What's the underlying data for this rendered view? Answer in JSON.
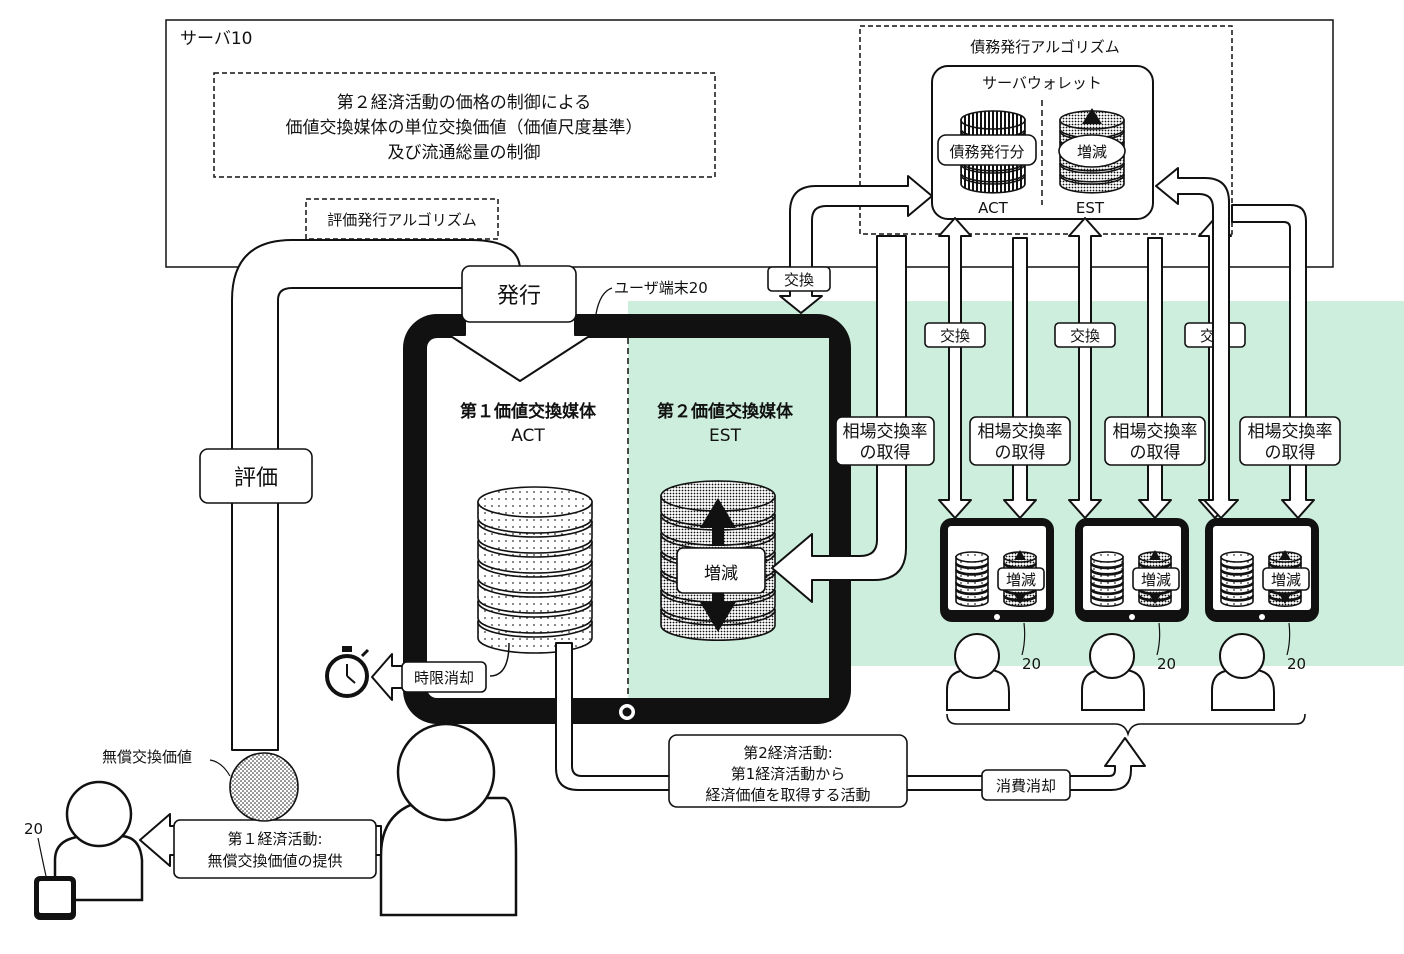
{
  "server": {
    "label": "サーバ10"
  },
  "control_box": {
    "lines": [
      "第２経済活動の価格の制御による",
      "価値交換媒体の単位交換価値（価値尺度基準）",
      "及び流通総量の制御"
    ]
  },
  "debt_algorithm": {
    "label": "債務発行アルゴリズム"
  },
  "server_wallet": {
    "label": "サーバウォレット",
    "debt_tag": "債務発行分",
    "change_tag": "増減",
    "act_label": "ACT",
    "est_label": "EST"
  },
  "eval_algorithm": {
    "label": "評価発行アルゴリズム"
  },
  "issue_label": "発行",
  "user_terminal_label": "ユーザ端末20",
  "exchange_top": "交換",
  "evaluation_label": "評価",
  "media1": {
    "title": "第１価値交換媒体",
    "sub": "ACT"
  },
  "media2": {
    "title": "第２価値交換媒体",
    "sub": "EST"
  },
  "change_label": "増減",
  "rate_labels": {
    "line1": "相場交換率",
    "line2": "の取得"
  },
  "exchange_labels": [
    "交換",
    "交換",
    "交換"
  ],
  "mini_devices": [
    {
      "change": "増減",
      "ref": "20"
    },
    {
      "change": "増減",
      "ref": "20"
    },
    {
      "change": "増減",
      "ref": "20"
    }
  ],
  "expire_label": "時限消却",
  "free_value_label": "無償交換価値",
  "activity1": {
    "line1": "第１経済活動:",
    "line2": "無償交換価値の提供"
  },
  "activity2": {
    "line1": "第2経済活動:",
    "line2": "第1経済活動から",
    "line3": "経済価値を取得する活動"
  },
  "consume_label": "消費消却",
  "left_user_ref": "20",
  "colors": {
    "green_zone": "#cdeedd",
    "ink": "#111111"
  }
}
